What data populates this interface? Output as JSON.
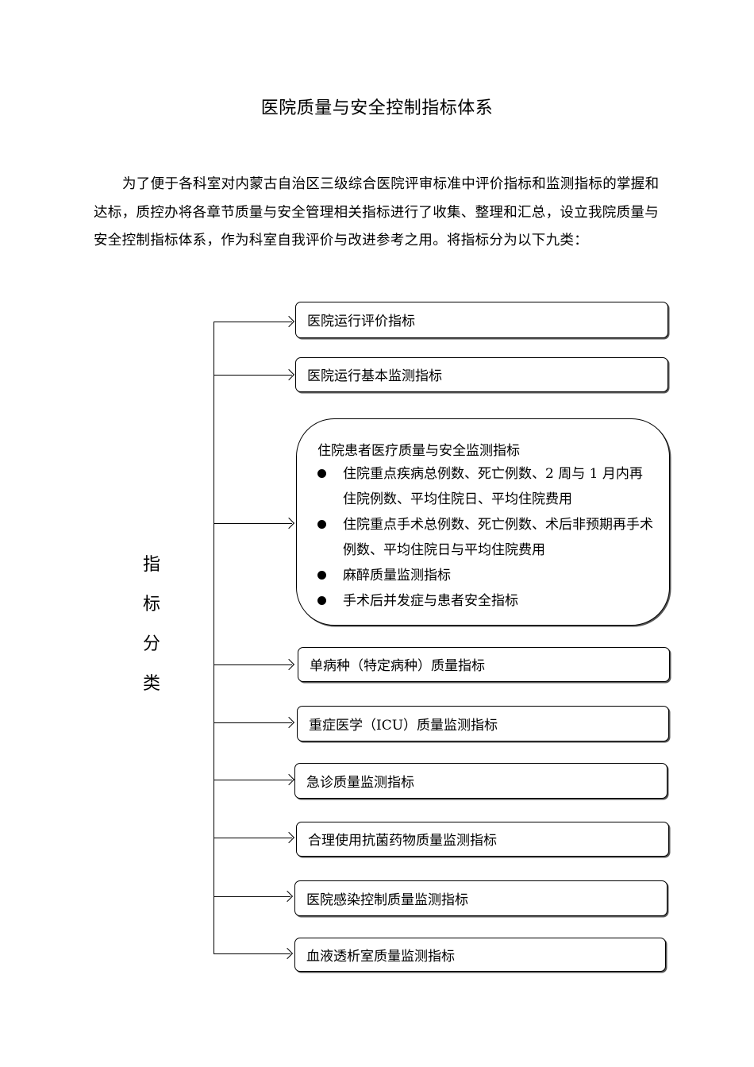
{
  "title": "医院质量与安全控制指标体系",
  "intro": "为了便于各科室对内蒙古自治区三级综合医院评审标准中评价指标和监测指标的掌握和达标，质控办将各章节质量与安全管理相关指标进行了收集、整理和汇总，设立我院质量与安全控制指标体系，作为科室自我评价与改进参考之用。将指标分为以下九类：",
  "side_label": [
    "指",
    "标",
    "分",
    "类"
  ],
  "categories": [
    "医院运行评价指标",
    "医院运行基本监测指标",
    "住院患者医疗质量与安全监测指标",
    "单病种（特定病种）质量指标",
    "重症医学（ICU）质量监测指标",
    "急诊质量监测指标",
    "合理使用抗菌药物质量监测指标",
    "医院感染控制质量监测指标",
    "血液透析室质量监测指标"
  ],
  "inpatient_items": [
    "住院重点疾病总例数、死亡例数、2 周与 1 月内再住院例数、平均住院日、平均住院费用",
    "住院重点手术总例数、死亡例数、术后非预期再手术例数、平均住院日与平均住院费用",
    "麻醉质量监测指标",
    "手术后并发症与患者安全指标"
  ]
}
